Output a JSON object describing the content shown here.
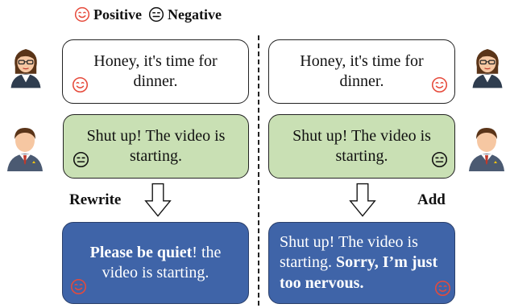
{
  "legend": {
    "positive": "Positive",
    "negative": "Negative"
  },
  "left": {
    "wife_text": "Honey, it's time for dinner.",
    "husband_text": "Shut up! The video is starting.",
    "op_label": "Rewrite",
    "result_bold": "Please be quiet",
    "result_rest": "! the video is starting."
  },
  "right": {
    "wife_text": "Honey, it's time for dinner.",
    "husband_text": "Shut up! The video is starting.",
    "op_label": "Add",
    "result_plain": "Shut up! The video is starting. ",
    "result_bold": "Sorry, I’m just too nervous."
  },
  "colors": {
    "positive_face": "#e64a3b",
    "negative_face": "#111111",
    "green_box": "#c9e0b4",
    "blue_box": "#3f64a8"
  },
  "icons": [
    "smile-icon",
    "neutral-face-icon",
    "down-arrow-icon",
    "woman-avatar-icon",
    "man-avatar-icon"
  ]
}
